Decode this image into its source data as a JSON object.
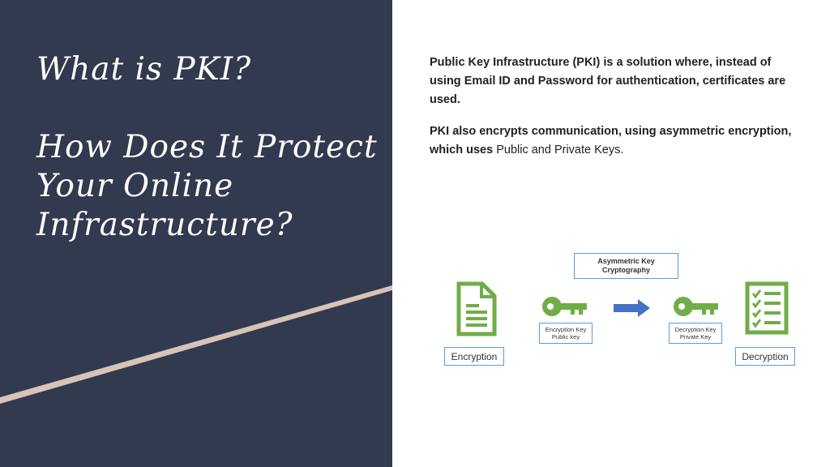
{
  "title": {
    "line1": "What is PKI?",
    "line2": "How Does It Protect Your Online Infrastructure?"
  },
  "body": {
    "paragraph1": "Public Key Infrastructure (PKI) is a solution where, instead of using Email ID and Password for authentication, certificates are used.",
    "paragraph2_bold": "PKI also encrypts communication, using asymmetric encryption, which uses ",
    "paragraph2_plain": "Public and Private Keys."
  },
  "diagram": {
    "header_line1": "Asymmetric Key",
    "header_line2": "Cryptography",
    "encryption_label": "Encryption",
    "decryption_label": "Decryption",
    "encryption_key_line1": "Encryption Key",
    "encryption_key_line2": "Public key",
    "decryption_key_line1": "Decryption Key",
    "decryption_key_line2": "Private Key",
    "icons": [
      "document-icon",
      "key-icon",
      "arrow-right-icon",
      "key-icon",
      "checklist-icon"
    ]
  },
  "colors": {
    "panel": "#313a4e",
    "stripe": "#d8c3b8",
    "icon_green": "#70ad47",
    "box_border": "#5b9bd5",
    "arrow_blue": "#4472c4"
  }
}
